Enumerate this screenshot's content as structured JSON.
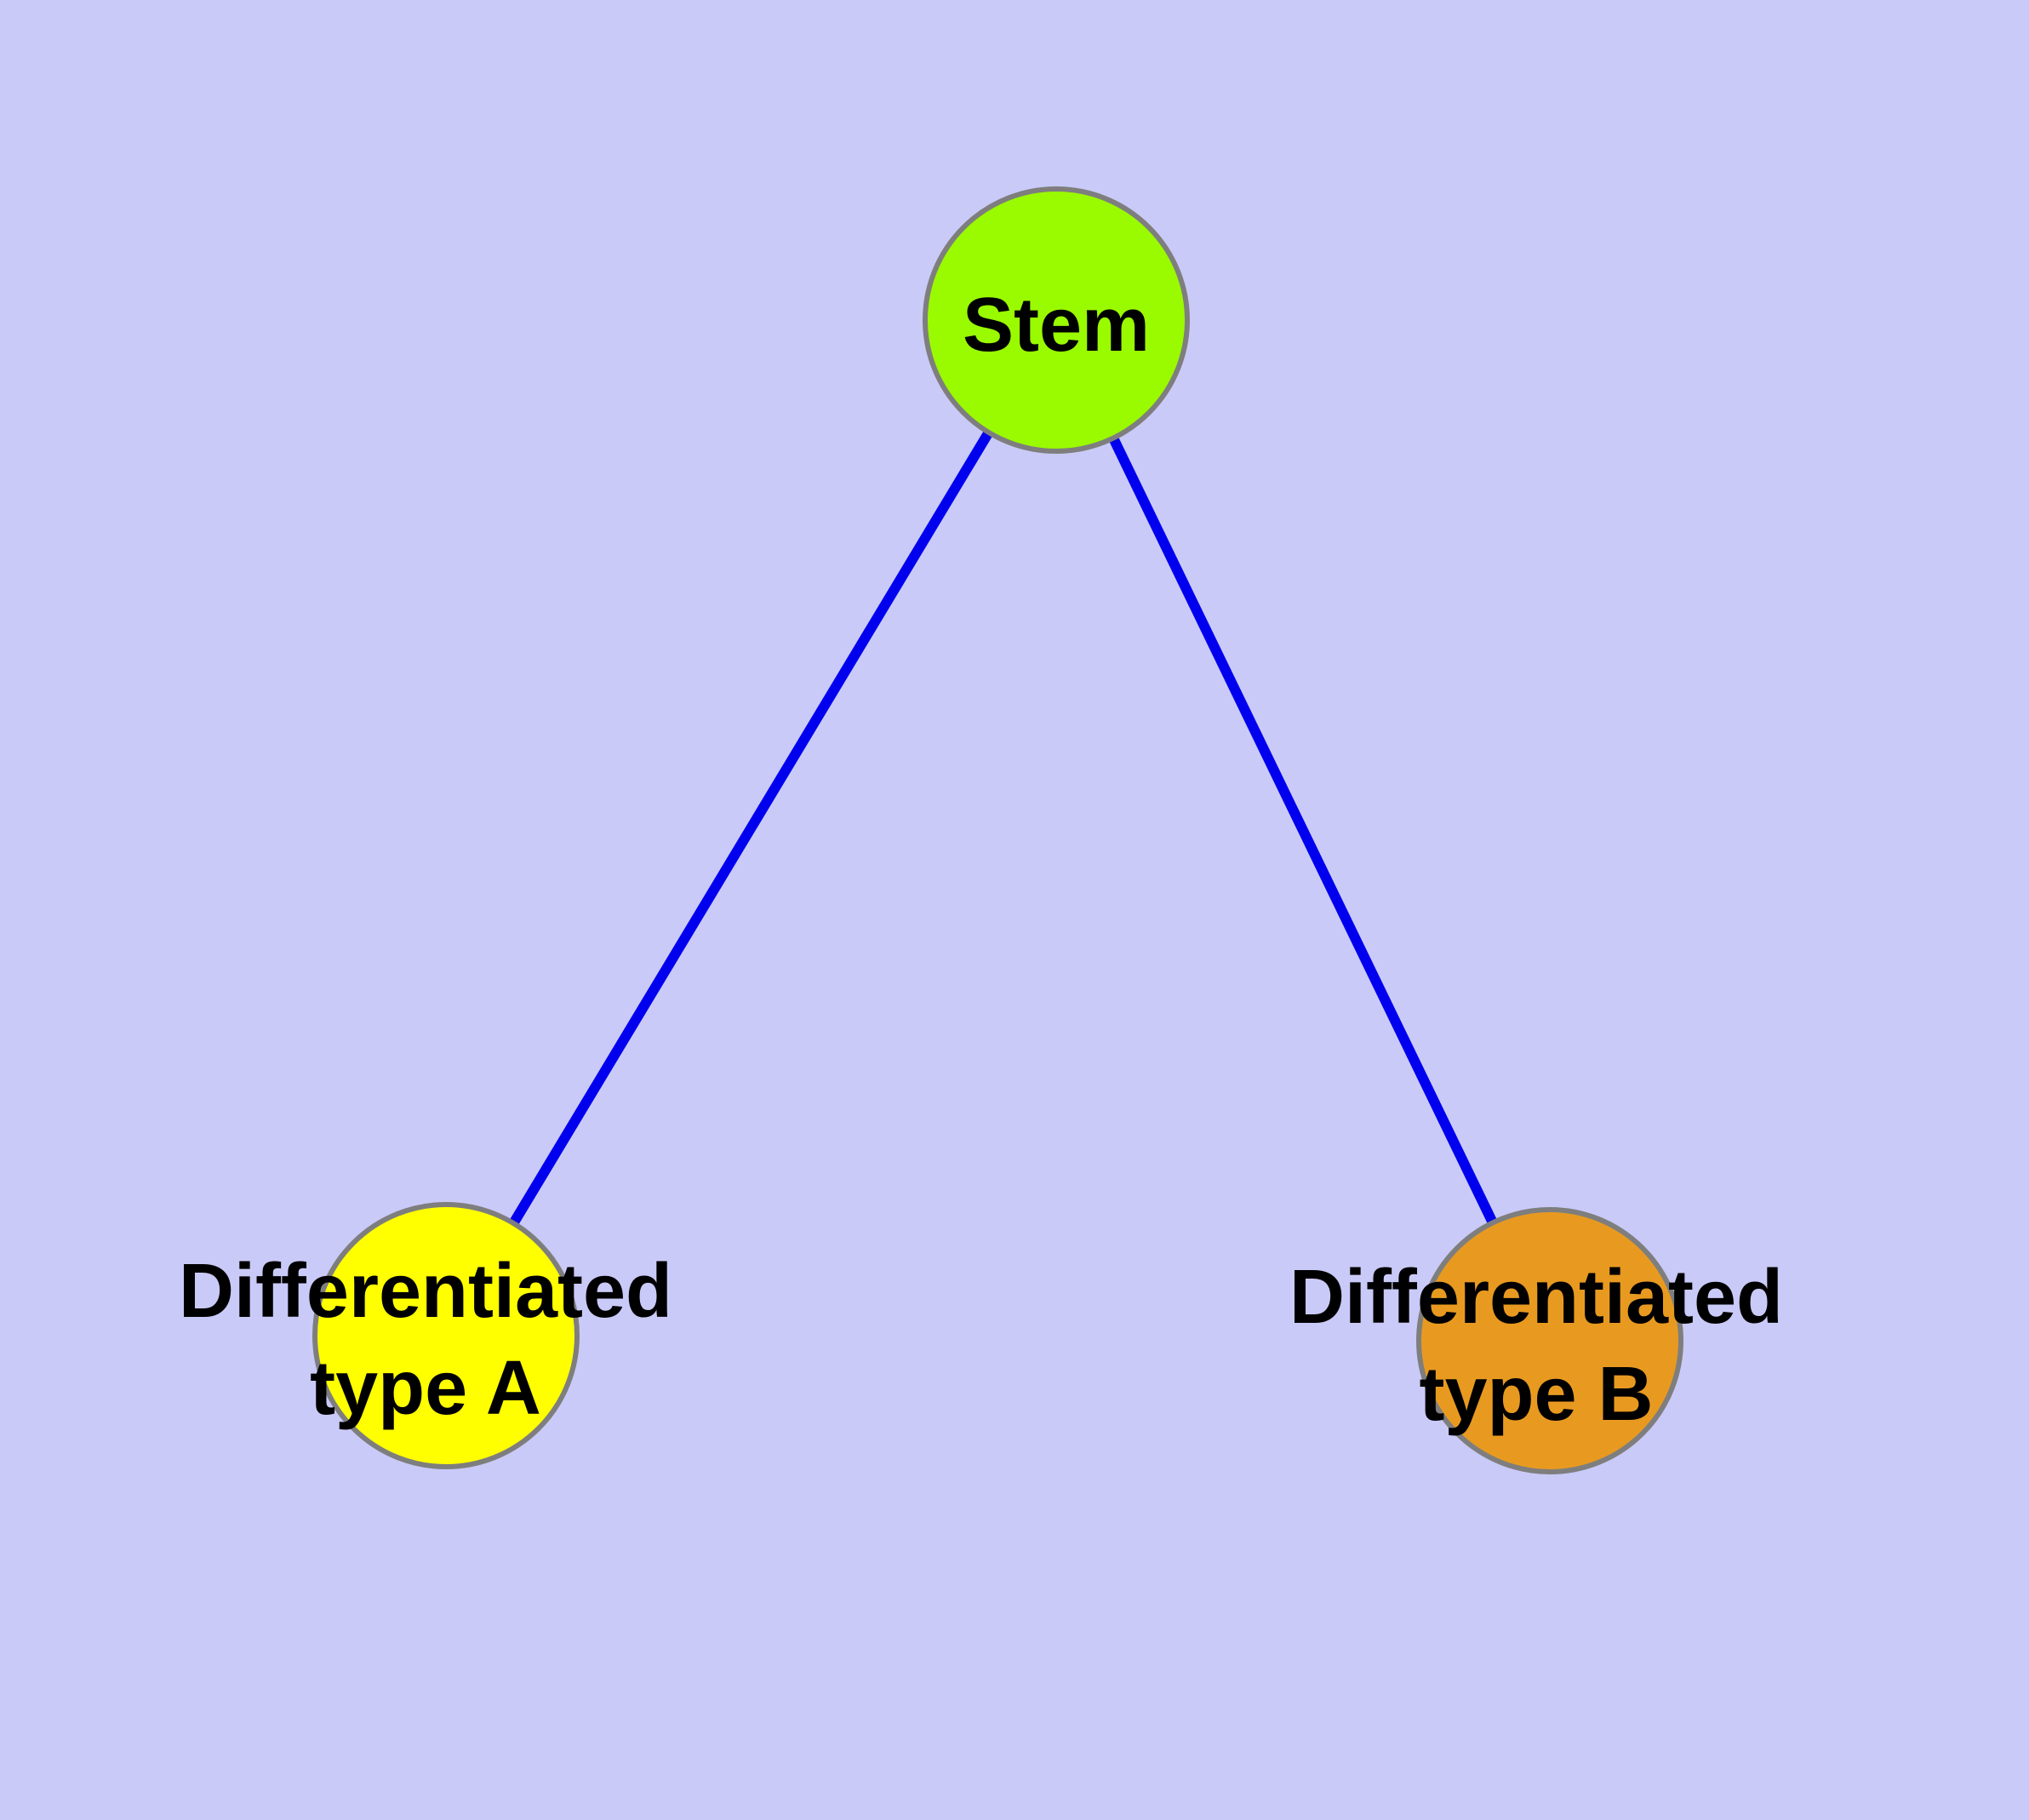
{
  "theme": {
    "background": "#CACAF8",
    "edge-color": "#0000EE",
    "node-border": "#7E7E7E",
    "label-color": "#000000"
  },
  "nodes": {
    "stem": {
      "label": "Stem",
      "fill": "#9AFA00"
    },
    "typeA": {
      "label_line1": "Differentiated",
      "label_line2": "type A",
      "fill": "#FFFF00"
    },
    "typeB": {
      "label_line1": "Differentiated",
      "label_line2": "type B",
      "fill": "#E89A20"
    }
  },
  "edges": [
    {
      "from": "stem",
      "to": "typeA"
    },
    {
      "from": "stem",
      "to": "typeB"
    }
  ]
}
